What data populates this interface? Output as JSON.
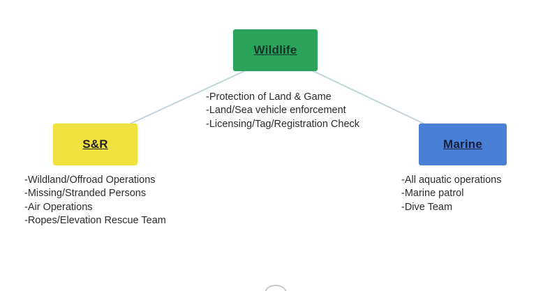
{
  "nodes": {
    "wildlife": {
      "label": "Wildlife",
      "items": [
        "-Protection of Land & Game",
        "-Land/Sea vehicle enforcement",
        "-Licensing/Tag/Registration Check"
      ]
    },
    "sr": {
      "label": "S&R",
      "items": [
        "-Wildland/Offroad Operations",
        "-Missing/Stranded Persons",
        "-Air Operations",
        "-Ropes/Elevation Rescue Team"
      ]
    },
    "marine": {
      "label": "Marine",
      "items": [
        "-All aquatic operations",
        "-Marine patrol",
        "-Dive Team"
      ]
    }
  },
  "colors": {
    "wildlife_box": "#2aa45a",
    "sr_box": "#f0e23f",
    "marine_box": "#4a7fd6",
    "connector": "#c2d4da",
    "text": "#2b2b2b"
  }
}
